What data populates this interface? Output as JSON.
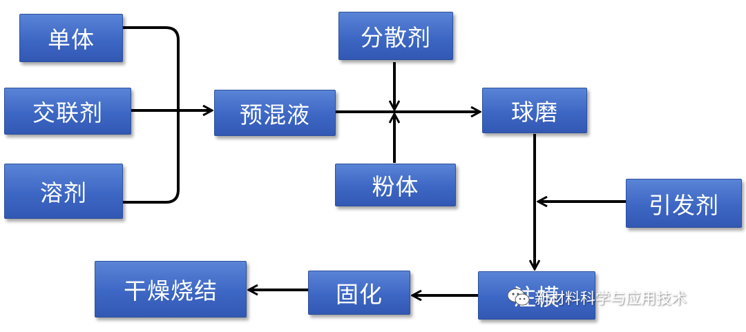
{
  "boxes": {
    "monomer": "单体",
    "crosslinker": "交联剂",
    "solvent": "溶剂",
    "premix": "预混液",
    "dispersant": "分散剂",
    "powder": "粉体",
    "ball_mill": "球磨",
    "initiator": "引发剂",
    "injection": "注模",
    "cure": "固化",
    "dry_sinter": "干燥烧结"
  },
  "watermark": {
    "text": "新材料科学与应用技术",
    "icon": "wechat-logo-icon"
  },
  "colors": {
    "box_fill": "#3d67c4",
    "box_border": "#2c4f9c",
    "text": "#ffffff",
    "line": "#000000"
  }
}
